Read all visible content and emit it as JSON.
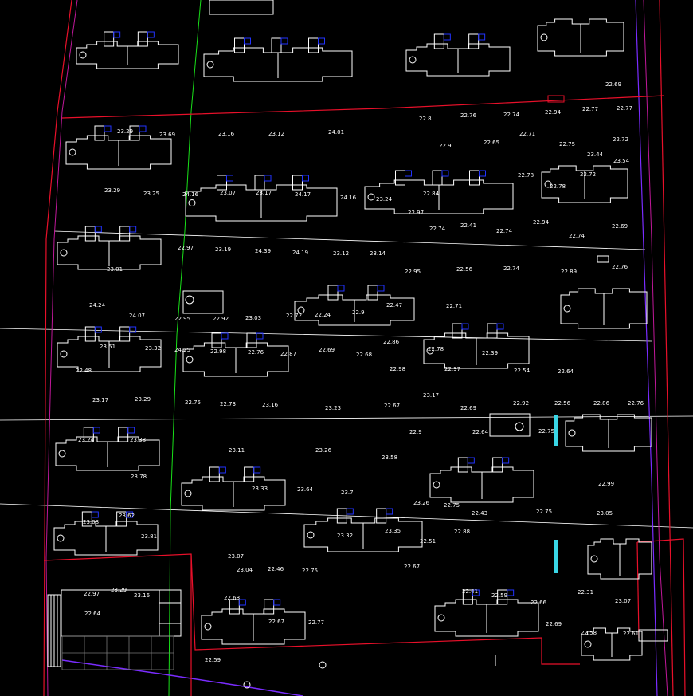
{
  "colors": {
    "background": "#000000",
    "boundary_red": "#e8102a",
    "boundary_magenta": "#c0189a",
    "boundary_purple": "#7a2cff",
    "road_green": "#19e019",
    "grid_white": "#ffffff",
    "building": "#ffffff",
    "window_blue": "#2233ff",
    "accent_cyan": "#39d6e6"
  },
  "elevations": [
    {
      "v": "22.69"
    },
    {
      "v": "23.29"
    },
    {
      "v": "23.69"
    },
    {
      "v": "23.16"
    },
    {
      "v": "23.12"
    },
    {
      "v": "24.01"
    },
    {
      "v": "22.8"
    },
    {
      "v": "22.76"
    },
    {
      "v": "22.74"
    },
    {
      "v": "22.94"
    },
    {
      "v": "22.77"
    },
    {
      "v": "22.77"
    },
    {
      "v": "22.9"
    },
    {
      "v": "22.65"
    },
    {
      "v": "22.71"
    },
    {
      "v": "22.75"
    },
    {
      "v": "22.72"
    },
    {
      "v": "23.44"
    },
    {
      "v": "23.54"
    },
    {
      "v": "22.72"
    },
    {
      "v": "22.78"
    },
    {
      "v": "22.78"
    },
    {
      "v": "23.29"
    },
    {
      "v": "23.25"
    },
    {
      "v": "24.16"
    },
    {
      "v": "23.07"
    },
    {
      "v": "23.17"
    },
    {
      "v": "24.17"
    },
    {
      "v": "24.16"
    },
    {
      "v": "23.24"
    },
    {
      "v": "22.84"
    },
    {
      "v": "22.97"
    },
    {
      "v": "22.74"
    },
    {
      "v": "22.41"
    },
    {
      "v": "22.74"
    },
    {
      "v": "22.94"
    },
    {
      "v": "22.74"
    },
    {
      "v": "22.69"
    },
    {
      "v": "22.97"
    },
    {
      "v": "23.19"
    },
    {
      "v": "24.39"
    },
    {
      "v": "24.19"
    },
    {
      "v": "23.12"
    },
    {
      "v": "23.14"
    },
    {
      "v": "22.95"
    },
    {
      "v": "22.56"
    },
    {
      "v": "22.74"
    },
    {
      "v": "22.89"
    },
    {
      "v": "22.76"
    },
    {
      "v": "23.01"
    },
    {
      "v": "24.24"
    },
    {
      "v": "24.07"
    },
    {
      "v": "22.95"
    },
    {
      "v": "22.92"
    },
    {
      "v": "23.03"
    },
    {
      "v": "22.72"
    },
    {
      "v": "22.24"
    },
    {
      "v": "22.9"
    },
    {
      "v": "22.71"
    },
    {
      "v": "22.47"
    },
    {
      "v": "23.51"
    },
    {
      "v": "23.32"
    },
    {
      "v": "24.25"
    },
    {
      "v": "22.98"
    },
    {
      "v": "22.76"
    },
    {
      "v": "22.87"
    },
    {
      "v": "22.69"
    },
    {
      "v": "22.68"
    },
    {
      "v": "22.86"
    },
    {
      "v": "22.78"
    },
    {
      "v": "22.39"
    },
    {
      "v": "22.98"
    },
    {
      "v": "22.97"
    },
    {
      "v": "22.54"
    },
    {
      "v": "22.64"
    },
    {
      "v": "22.48"
    },
    {
      "v": "23.17"
    },
    {
      "v": "23.29"
    },
    {
      "v": "22.75"
    },
    {
      "v": "22.73"
    },
    {
      "v": "23.16"
    },
    {
      "v": "23.23"
    },
    {
      "v": "22.67"
    },
    {
      "v": "23.17"
    },
    {
      "v": "22.69"
    },
    {
      "v": "22.92"
    },
    {
      "v": "22.56"
    },
    {
      "v": "22.86"
    },
    {
      "v": "22.76"
    },
    {
      "v": "23.24"
    },
    {
      "v": "23.38"
    },
    {
      "v": "22.9"
    },
    {
      "v": "22.64"
    },
    {
      "v": "22.75"
    },
    {
      "v": "23.11"
    },
    {
      "v": "23.26"
    },
    {
      "v": "23.58"
    },
    {
      "v": "23.78"
    },
    {
      "v": "23.33"
    },
    {
      "v": "23.64"
    },
    {
      "v": "23.7"
    },
    {
      "v": "23.26"
    },
    {
      "v": "22.75"
    },
    {
      "v": "22.43"
    },
    {
      "v": "22.75"
    },
    {
      "v": "22.99"
    },
    {
      "v": "23.05"
    },
    {
      "v": "23.08"
    },
    {
      "v": "23.62"
    },
    {
      "v": "23.81"
    },
    {
      "v": "23.32"
    },
    {
      "v": "23.35"
    },
    {
      "v": "22.88"
    },
    {
      "v": "22.51"
    },
    {
      "v": "22.67"
    },
    {
      "v": "23.07"
    },
    {
      "v": "23.04"
    },
    {
      "v": "22.46"
    },
    {
      "v": "22.75"
    },
    {
      "v": "23.29"
    },
    {
      "v": "23.16"
    },
    {
      "v": "22.97"
    },
    {
      "v": "22.64"
    },
    {
      "v": "22.31"
    },
    {
      "v": "22.41"
    },
    {
      "v": "22.59"
    },
    {
      "v": "22.66"
    },
    {
      "v": "23.07"
    },
    {
      "v": "22.68"
    },
    {
      "v": "22.69"
    },
    {
      "v": "22.58"
    },
    {
      "v": "22.61"
    },
    {
      "v": "22.59"
    },
    {
      "v": "22.67"
    },
    {
      "v": "22.77"
    }
  ]
}
